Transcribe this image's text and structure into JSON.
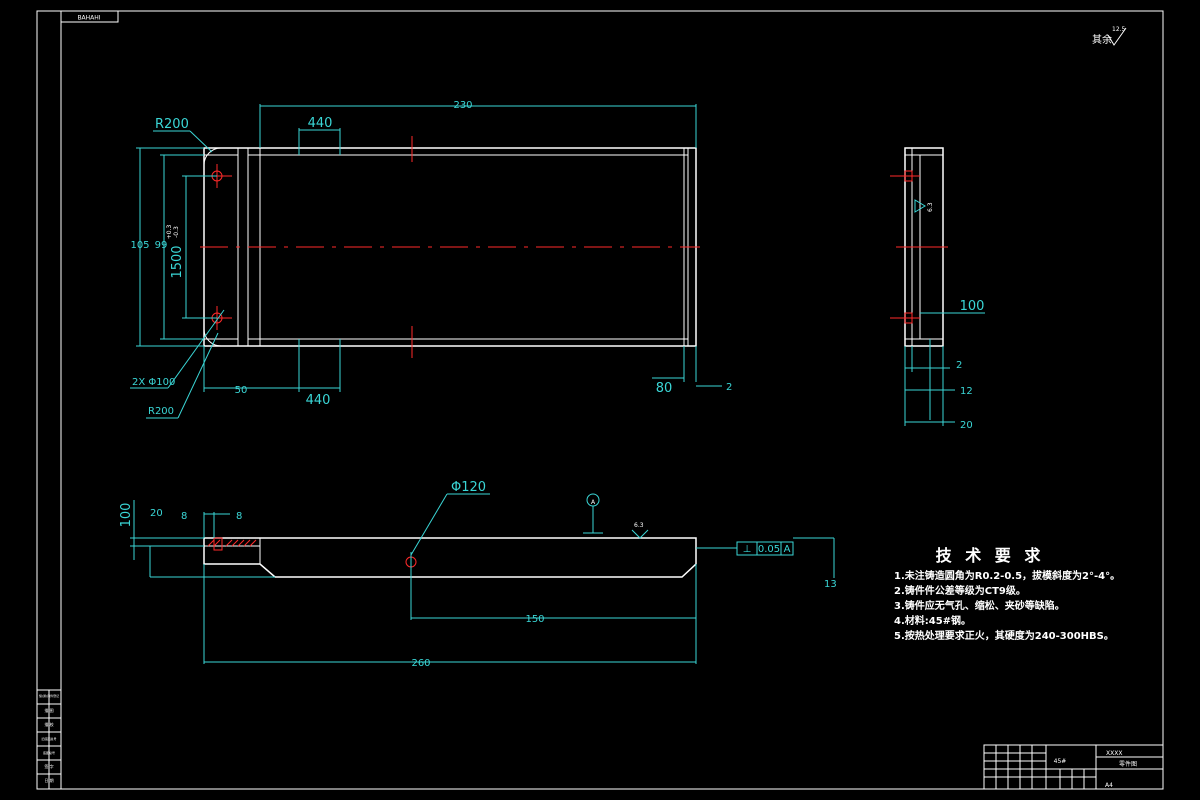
{
  "title_tag": "BAHAHI",
  "roughness_note": "其余",
  "roughness_value": "12.5",
  "top_view": {
    "dims": {
      "overall_length": "230",
      "slot_top": "440",
      "slot_bottom": "440",
      "fillet_top": "R200",
      "fillet_bottom": "R200",
      "holes": "2X Φ100",
      "height_outer": "105",
      "height_inner": "99",
      "hole_spacing": "1500",
      "tol_upper": "+0.3",
      "tol_lower": "-0.3",
      "offset_50": "50",
      "end_80": "80",
      "end_2": "2"
    }
  },
  "side_view": {
    "dims": {
      "hole_pos": "100",
      "d2": "2",
      "d12": "12",
      "d20": "20",
      "roughness": "6.3"
    }
  },
  "section_view": {
    "dims": {
      "hole_dia": "Φ120",
      "height": "100",
      "d20": "20",
      "d8a": "8",
      "d8b": "8",
      "d150": "150",
      "d260": "260",
      "d13": "13",
      "roughness": "6.3",
      "datum": "A",
      "tol_symbol": "⊥",
      "tol_value": "0.05",
      "tol_datum": "A"
    }
  },
  "tech_requirements": {
    "title": "技 术 要 求",
    "items": [
      "1.未注铸造圆角为R0.2-0.5，拔模斜度为2°-4°。",
      "2.铸件件公差等级为CT9级。",
      "3.铸件应无气孔、缩松、夹砂等缺陷。",
      "4.材料:45#钢。",
      "5.按热处理要求正火，其硬度为240-300HBS。"
    ]
  },
  "title_block": {
    "material": "45#",
    "code": "XXXX",
    "name": "零件图",
    "scale": "A4"
  },
  "left_block": {
    "items": [
      "借(通)用件登记",
      "描 图",
      "描 校",
      "旧底图总号",
      "底图总号",
      "签 字",
      "日 期"
    ]
  }
}
